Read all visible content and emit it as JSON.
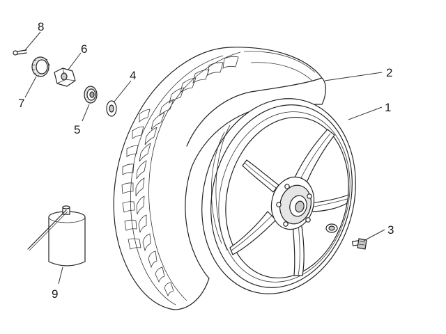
{
  "diagram": {
    "callouts": [
      {
        "id": "1",
        "label": "1"
      },
      {
        "id": "2",
        "label": "2"
      },
      {
        "id": "3",
        "label": "3"
      },
      {
        "id": "4",
        "label": "4"
      },
      {
        "id": "5",
        "label": "5"
      },
      {
        "id": "6",
        "label": "6"
      },
      {
        "id": "7",
        "label": "7"
      },
      {
        "id": "8",
        "label": "8"
      },
      {
        "id": "9",
        "label": "9"
      }
    ],
    "parts": {
      "rim": "rim",
      "tyre": "tyre",
      "valve": "valve",
      "washer": "washer",
      "bearing": "bearing",
      "nut": "nut",
      "spacer": "spacer",
      "cotter_pin": "cotter-pin",
      "grease_can": "grease-can"
    }
  }
}
